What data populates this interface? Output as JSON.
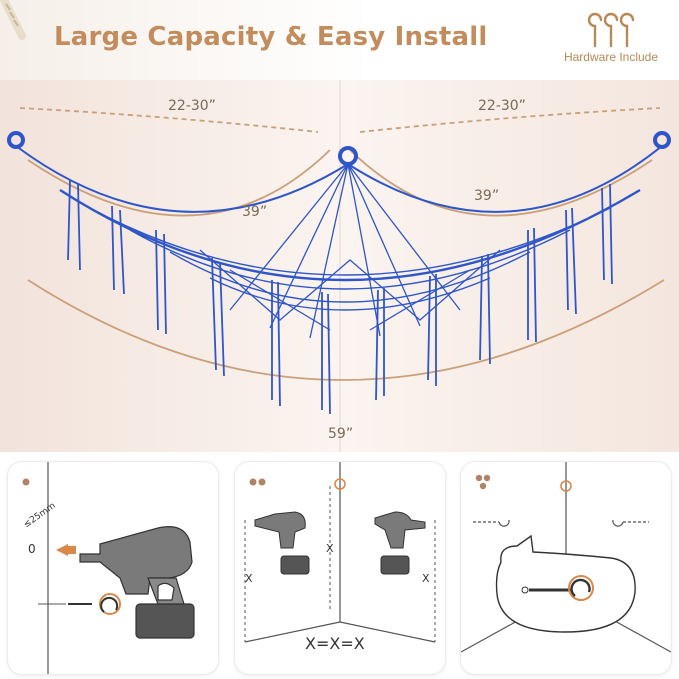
{
  "header": {
    "title": "Large Capacity & Easy Install",
    "hardware_label": "Hardware Include"
  },
  "hero": {
    "span_left": "22-30”",
    "span_right": "22-30”",
    "side_left": "39”",
    "side_right": "39”",
    "bottom_width": "59”"
  },
  "steps": {
    "step1": {
      "depth_label": "≤25mm",
      "zero_marker": "0"
    },
    "step2": {
      "x_left": "X",
      "x_mid": "X",
      "x_right": "X",
      "equation": "X=X=X"
    }
  },
  "colors": {
    "accent": "#c28c5c",
    "net_blue": "#2f56c8",
    "wall": "#f6ece6",
    "drill": "#666666"
  },
  "icons": [
    "screw-hook-icon",
    "drill-icon",
    "hook-icon",
    "dot-step-icon"
  ]
}
